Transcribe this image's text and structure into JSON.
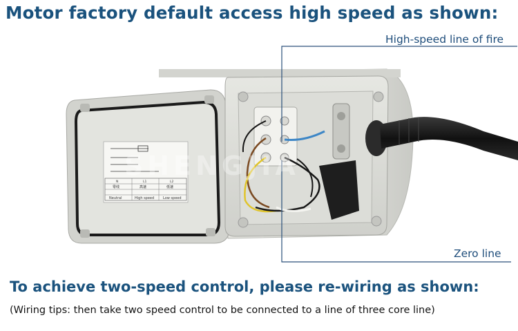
{
  "title": "Motor factory default access high speed as shown:",
  "callout_fire": "High-speed line of fire",
  "callout_zero": "Zero line",
  "instruction_heading": "To achieve two-speed control, please re-wiring as shown:",
  "instruction_tip": "(Wiring tips: then take two speed control to be connected to a line of three core line)",
  "watermark": "SHENGJIA",
  "lid_label": {
    "columns": [
      "Neutral",
      "High speed",
      "Low speed"
    ],
    "header_codes": [
      "N",
      "L1",
      "L2"
    ],
    "header_cn": [
      "零线",
      "高速",
      "低速"
    ]
  },
  "colors": {
    "heading": "#1a527d",
    "lid": "#dfe0dc",
    "gasket": "#1a1a1a",
    "housing": "#e9eae5",
    "cable": "#1c1c1c"
  }
}
